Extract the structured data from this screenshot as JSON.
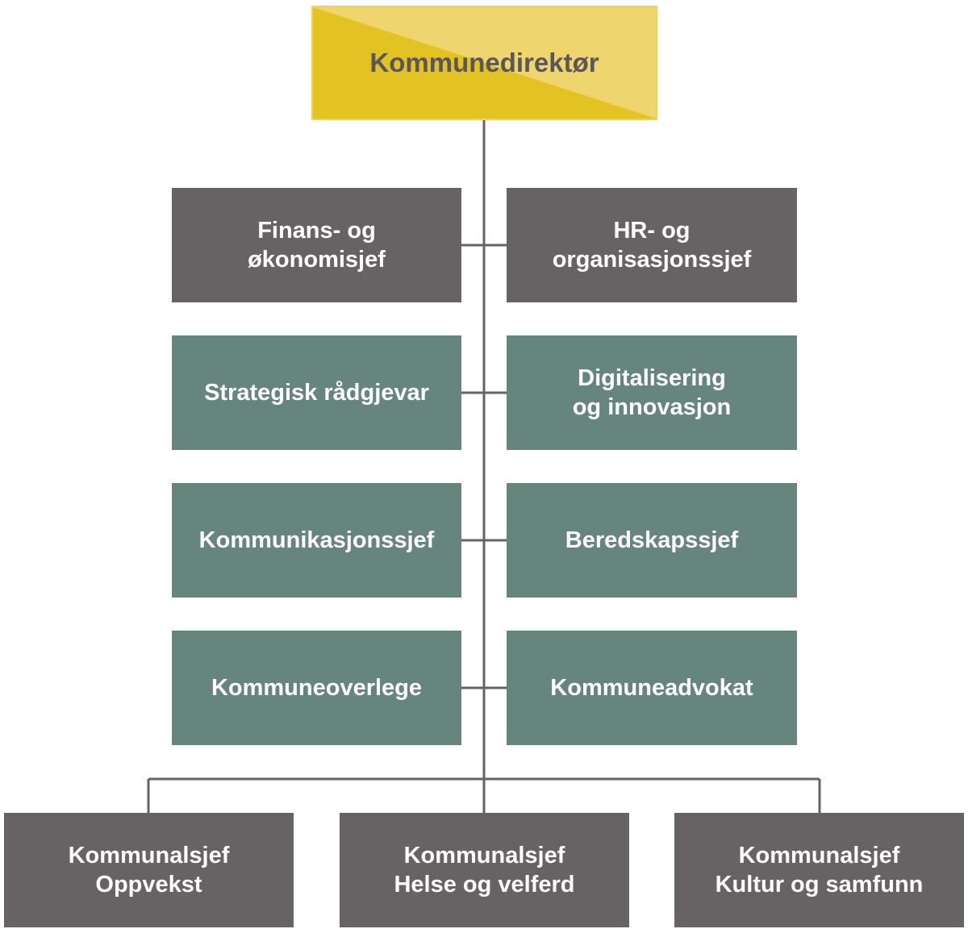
{
  "top": {
    "label": "Kommunedirektør"
  },
  "staff": {
    "finance": {
      "line1": "Finans- og",
      "line2": "økonomisjef"
    },
    "hr": {
      "line1": "HR- og",
      "line2": "organisasjonssjef"
    },
    "strategy": {
      "line1": "Strategisk rådgjevar"
    },
    "digital": {
      "line1": "Digitalisering",
      "line2": "og innovasjon"
    },
    "communication": {
      "line1": "Kommunikasjonssjef"
    },
    "preparedness": {
      "line1": "Beredskapssjef"
    },
    "medical": {
      "line1": "Kommuneoverlege"
    },
    "lawyer": {
      "line1": "Kommuneadvokat"
    }
  },
  "divisions": [
    {
      "line1": "Kommunalsjef",
      "line2": "Oppvekst"
    },
    {
      "line1": "Kommunalsjef",
      "line2": "Helse og velferd"
    },
    {
      "line1": "Kommunalsjef",
      "line2": "Kultur og samfunn"
    }
  ],
  "colors": {
    "director_dark": "#e3c223",
    "director_light": "#efd56e",
    "management_grey": "#676264",
    "staff_teal": "#66857d",
    "connector": "#676264"
  }
}
